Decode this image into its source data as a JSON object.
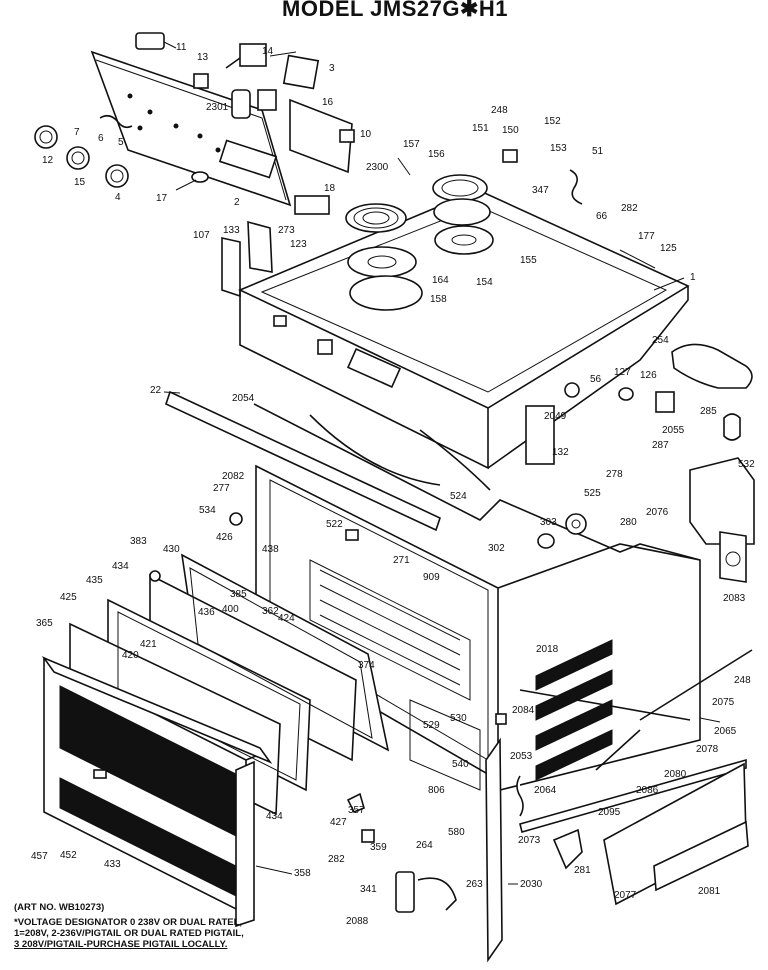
{
  "title": "MODEL JMS27G✱H1",
  "art_no": "(ART NO. WB10273)",
  "notes": [
    "*VOLTAGE DESIGNATOR 0 238V OR DUAL RATEL,",
    "1=208V, 2-236V/PIGTAIL OR DUAL RATED PIGTAIL,",
    "3 208V/PIGTAIL-PURCHASE PIGTAIL LOCALLY."
  ],
  "callouts": [
    {
      "id": "c11",
      "text": "11"
    },
    {
      "id": "c13",
      "text": "13"
    },
    {
      "id": "c14",
      "text": "14"
    },
    {
      "id": "c3",
      "text": "3"
    },
    {
      "id": "c16",
      "text": "16"
    },
    {
      "id": "c10",
      "text": "10"
    },
    {
      "id": "c2301",
      "text": "2301"
    },
    {
      "id": "c2300",
      "text": "2300"
    },
    {
      "id": "c12",
      "text": "12"
    },
    {
      "id": "c15",
      "text": "15"
    },
    {
      "id": "c4",
      "text": "4"
    },
    {
      "id": "c6",
      "text": "6"
    },
    {
      "id": "c7",
      "text": "7"
    },
    {
      "id": "c5",
      "text": "5"
    },
    {
      "id": "c17",
      "text": "17"
    },
    {
      "id": "c2",
      "text": "2"
    },
    {
      "id": "c18",
      "text": "18"
    },
    {
      "id": "c157",
      "text": "157"
    },
    {
      "id": "c156",
      "text": "156"
    },
    {
      "id": "c248",
      "text": "248"
    },
    {
      "id": "c151",
      "text": "151"
    },
    {
      "id": "c150",
      "text": "150"
    },
    {
      "id": "c152",
      "text": "152"
    },
    {
      "id": "c153",
      "text": "153"
    },
    {
      "id": "c51",
      "text": "51"
    },
    {
      "id": "c347",
      "text": "347"
    },
    {
      "id": "c66",
      "text": "66"
    },
    {
      "id": "c282a",
      "text": "282"
    },
    {
      "id": "c177",
      "text": "177"
    },
    {
      "id": "c125",
      "text": "125"
    },
    {
      "id": "c1",
      "text": "1"
    },
    {
      "id": "c107",
      "text": "107"
    },
    {
      "id": "c133",
      "text": "133"
    },
    {
      "id": "c123",
      "text": "123"
    },
    {
      "id": "c273",
      "text": "273"
    },
    {
      "id": "c164",
      "text": "164"
    },
    {
      "id": "c154",
      "text": "154"
    },
    {
      "id": "c155",
      "text": "155"
    },
    {
      "id": "c158",
      "text": "158"
    },
    {
      "id": "c254",
      "text": "254"
    },
    {
      "id": "c56",
      "text": "56"
    },
    {
      "id": "c127",
      "text": "127"
    },
    {
      "id": "c126",
      "text": "126"
    },
    {
      "id": "c22",
      "text": "22"
    },
    {
      "id": "c2054",
      "text": "2054"
    },
    {
      "id": "c2049",
      "text": "2049"
    },
    {
      "id": "c285",
      "text": "285"
    },
    {
      "id": "c2055",
      "text": "2055"
    },
    {
      "id": "c132",
      "text": "132"
    },
    {
      "id": "c287",
      "text": "287"
    },
    {
      "id": "c532",
      "text": "532"
    },
    {
      "id": "c2082",
      "text": "2082"
    },
    {
      "id": "c277",
      "text": "277"
    },
    {
      "id": "c524",
      "text": "524"
    },
    {
      "id": "c278",
      "text": "278"
    },
    {
      "id": "c525",
      "text": "525"
    },
    {
      "id": "c2076",
      "text": "2076"
    },
    {
      "id": "c534",
      "text": "534"
    },
    {
      "id": "c522",
      "text": "522"
    },
    {
      "id": "c280",
      "text": "280"
    },
    {
      "id": "c303",
      "text": "303"
    },
    {
      "id": "c426",
      "text": "426"
    },
    {
      "id": "c438",
      "text": "438"
    },
    {
      "id": "c383",
      "text": "383"
    },
    {
      "id": "c430",
      "text": "430"
    },
    {
      "id": "c271",
      "text": "271"
    },
    {
      "id": "c909",
      "text": "909"
    },
    {
      "id": "c302",
      "text": "302"
    },
    {
      "id": "c2083",
      "text": "2083"
    },
    {
      "id": "c434",
      "text": "434"
    },
    {
      "id": "c435",
      "text": "435"
    },
    {
      "id": "c365",
      "text": "365"
    },
    {
      "id": "c436",
      "text": "436"
    },
    {
      "id": "c400",
      "text": "400"
    },
    {
      "id": "c362",
      "text": "362"
    },
    {
      "id": "c424",
      "text": "424"
    },
    {
      "id": "c425",
      "text": "425"
    },
    {
      "id": "c421",
      "text": "421"
    },
    {
      "id": "c420",
      "text": "420"
    },
    {
      "id": "c385",
      "text": "385"
    },
    {
      "id": "c374",
      "text": "374"
    },
    {
      "id": "c2018",
      "text": "2018"
    },
    {
      "id": "c248b",
      "text": "248"
    },
    {
      "id": "c529",
      "text": "529"
    },
    {
      "id": "c530",
      "text": "530"
    },
    {
      "id": "c2084",
      "text": "2084"
    },
    {
      "id": "c2075",
      "text": "2075"
    },
    {
      "id": "c2065",
      "text": "2065"
    },
    {
      "id": "c2078",
      "text": "2078"
    },
    {
      "id": "c540",
      "text": "540"
    },
    {
      "id": "c2053",
      "text": "2053"
    },
    {
      "id": "c2080",
      "text": "2080"
    },
    {
      "id": "c2086",
      "text": "2086"
    },
    {
      "id": "c2064",
      "text": "2064"
    },
    {
      "id": "c806",
      "text": "806"
    },
    {
      "id": "c357",
      "text": "357"
    },
    {
      "id": "c427",
      "text": "427"
    },
    {
      "id": "c434b",
      "text": "434"
    },
    {
      "id": "c2095",
      "text": "2095"
    },
    {
      "id": "c457",
      "text": "457"
    },
    {
      "id": "c452",
      "text": "452"
    },
    {
      "id": "c433",
      "text": "433"
    },
    {
      "id": "c359",
      "text": "359"
    },
    {
      "id": "c580",
      "text": "580"
    },
    {
      "id": "c264",
      "text": "264"
    },
    {
      "id": "c282b",
      "text": "282"
    },
    {
      "id": "c2073",
      "text": "2073"
    },
    {
      "id": "c281",
      "text": "281"
    },
    {
      "id": "c341",
      "text": "341"
    },
    {
      "id": "c263",
      "text": "263"
    },
    {
      "id": "c2030",
      "text": "2030"
    },
    {
      "id": "c2077",
      "text": "2077"
    },
    {
      "id": "c2081",
      "text": "2081"
    },
    {
      "id": "c2088",
      "text": "2088"
    },
    {
      "id": "c358",
      "text": "358"
    }
  ]
}
